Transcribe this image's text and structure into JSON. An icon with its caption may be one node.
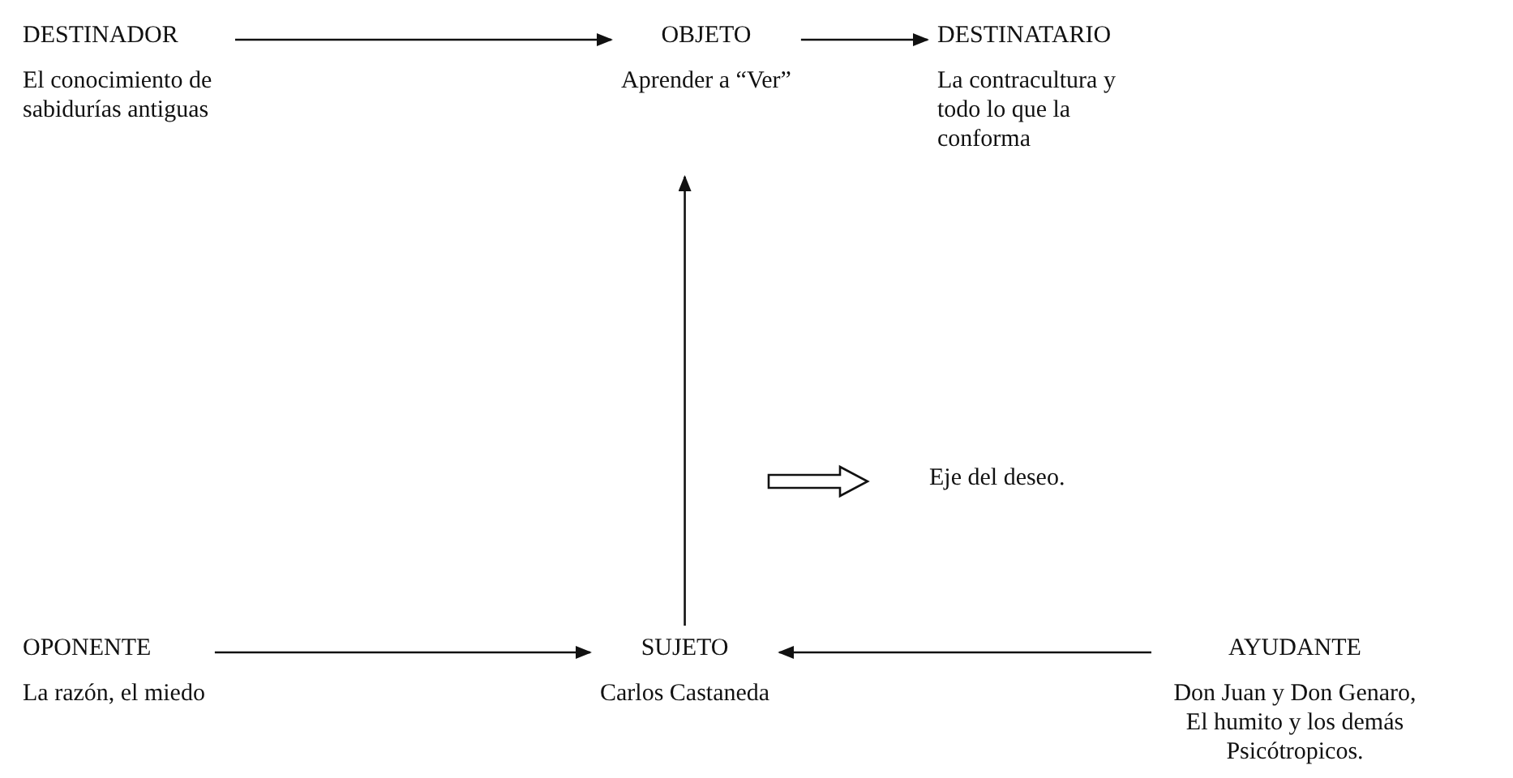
{
  "diagram": {
    "nodes": [
      {
        "text": [
          "DESTINADOR",
          "El conocimiento de sabidurías antiguas"
        ]
      },
      {
        "text": [
          "OBJETO",
          "Aprender a “Ver”"
        ]
      },
      {
        "text": [
          "DESTINATARIO",
          "La contracultura y todo lo que la conforma"
        ]
      },
      {
        "text": [
          "OPONENTE",
          "La razón, el miedo"
        ]
      },
      {
        "text": [
          "SUJETO",
          "Carlos Castaneda"
        ]
      },
      {
        "text": [
          "AYUDANTE",
          "Don Juan y Don Genaro, El humito y los demás Psicótropicos."
        ]
      }
    ],
    "edges": [
      {
        "from": 0,
        "to": 1,
        "arrow": "to"
      },
      {
        "from": 1,
        "to": 2,
        "arrow": "to"
      },
      {
        "from": 4,
        "to": 1,
        "arrow": "to"
      },
      {
        "from": 3,
        "to": 4,
        "arrow": "to"
      },
      {
        "from": 5,
        "to": 4,
        "arrow": "to"
      }
    ],
    "legend": [
      {
        "text": "Eje del deseo."
      }
    ]
  }
}
